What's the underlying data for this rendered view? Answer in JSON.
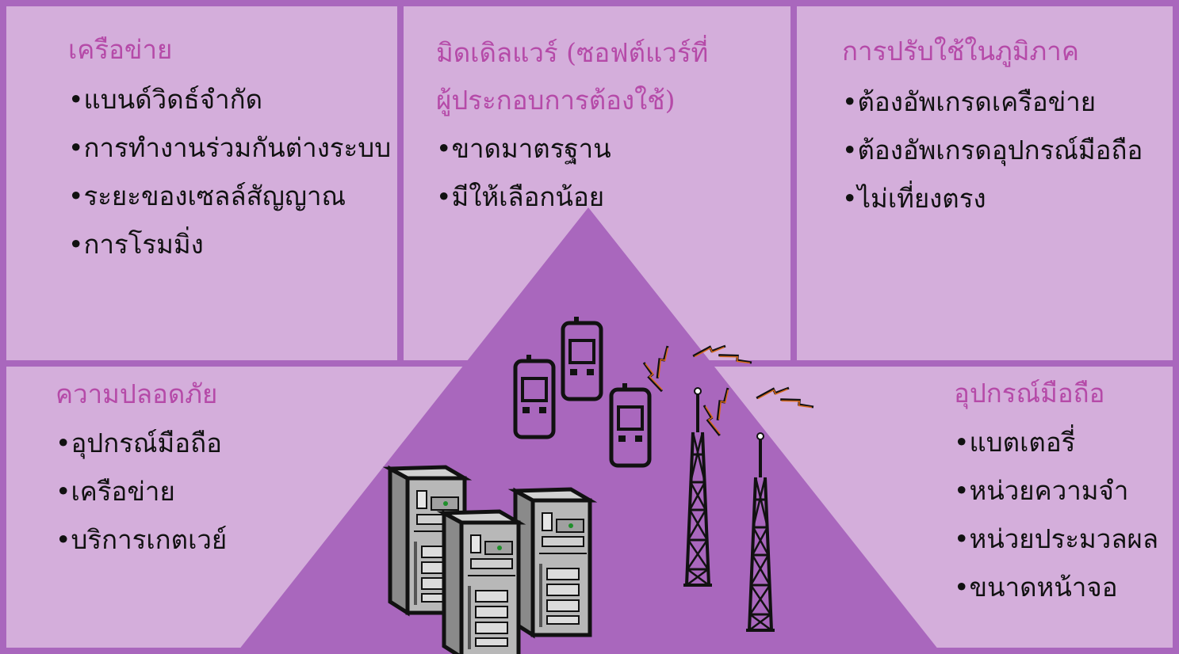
{
  "colors": {
    "panel_fill": "#d4aedb",
    "border": "#a967bd",
    "triangle": "#a967bd",
    "heading": "#b54aa8",
    "text": "#111111",
    "device_fill": "#a967bd",
    "server_gray": "#b3b3b3",
    "signal": "#d96a1c"
  },
  "panels": {
    "network": {
      "heading": "เครือข่าย",
      "items": [
        "•แบนด์วิดธ์จำกัด",
        "•การทำงานร่วมกันต่างระบบ",
        "•ระยะของเซลล์สัญญาณ",
        "•การโรมมิ่ง"
      ]
    },
    "middleware": {
      "heading_line1": "มิดเดิลแวร์ (ซอฟต์แวร์ที่",
      "heading_line2": "ผู้ประกอบการต้องใช้)",
      "items": [
        "•ขาดมาตรฐาน",
        "•มีให้เลือกน้อย"
      ]
    },
    "regional": {
      "heading": "การปรับใช้ในภูมิภาค",
      "items": [
        "•ต้องอัพเกรดเครือข่าย",
        "•ต้องอัพเกรดอุปกรณ์มือถือ",
        "•ไม่เที่ยงตรง"
      ]
    },
    "security": {
      "heading": "ความปลอดภัย",
      "items": [
        "•อุปกรณ์มือถือ",
        "•เครือข่าย",
        "•บริการเกตเวย์"
      ]
    },
    "device": {
      "heading": "อุปกรณ์มือถือ",
      "items": [
        "•แบตเตอรี่",
        "•หน่วยความจำ",
        "•หน่วยประมวลผล",
        "•ขนาดหน้าจอ"
      ]
    }
  },
  "illustration": {
    "icons": [
      "mobile-phone-icon",
      "mobile-phone-icon",
      "mobile-phone-icon",
      "server-icon",
      "server-icon",
      "server-icon",
      "antenna-tower-icon",
      "antenna-tower-icon"
    ]
  }
}
